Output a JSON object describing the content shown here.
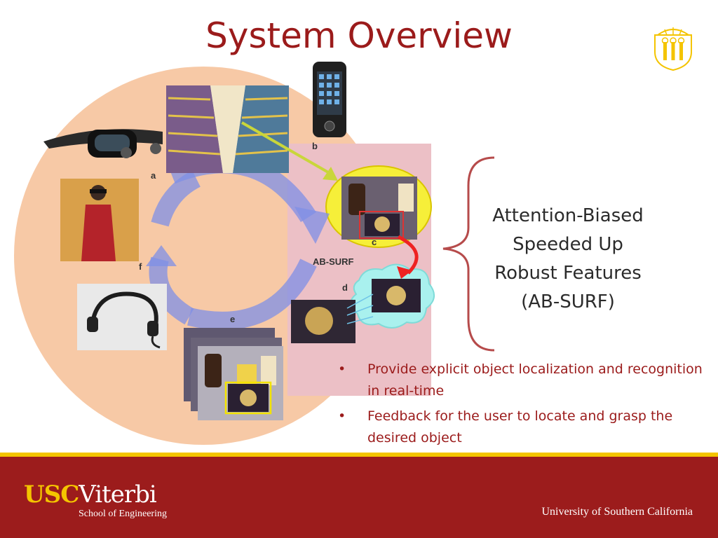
{
  "slide": {
    "title": "System Overview"
  },
  "figure": {
    "labels": {
      "a": "a",
      "b": "b",
      "c": "c",
      "d": "d",
      "e": "e",
      "f": "f",
      "absurf": "AB-SURF"
    }
  },
  "brace_text": {
    "lines": [
      "Attention-Biased",
      "Speeded Up",
      "Robust Features",
      "(AB-SURF)"
    ]
  },
  "bullets": {
    "marker": "•",
    "items": [
      "Provide explicit object localization and recognition  in real-time",
      "Feedback for the user to locate and grasp the desired object"
    ]
  },
  "footer": {
    "logo_usc": "USC",
    "logo_viterbi": "Viterbi",
    "school": "School of Engineering",
    "university": "University of Southern California"
  },
  "colors": {
    "title_red": "#9b1b1b",
    "footer_red": "#9c1c1c",
    "gold": "#f4c400"
  },
  "icons": [
    "usc-seal-icon",
    "video-glasses-icon",
    "smartphone-icon",
    "bone-conduction-headset-icon"
  ]
}
